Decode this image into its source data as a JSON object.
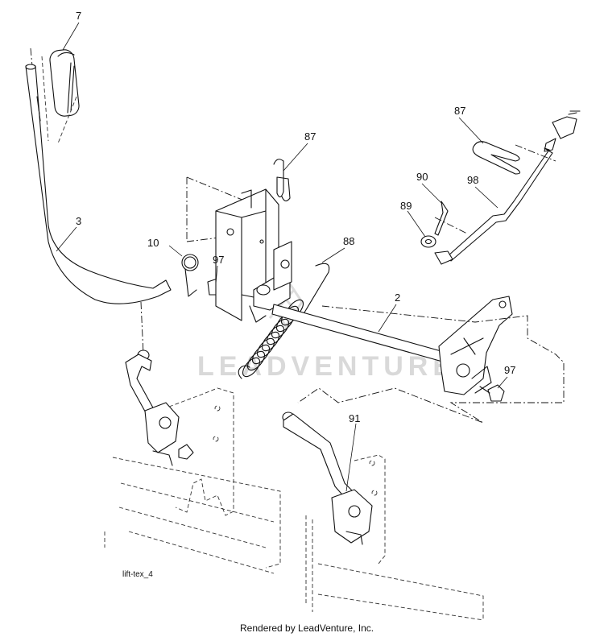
{
  "diagram": {
    "callouts": [
      "7",
      "3",
      "10",
      "97",
      "87",
      "88",
      "2",
      "87",
      "90",
      "89",
      "98",
      "97",
      "91"
    ],
    "reference_tag": "lift-tex_4",
    "credit": "Rendered by LeadVenture, Inc.",
    "watermark": "LEADVENTURE"
  }
}
